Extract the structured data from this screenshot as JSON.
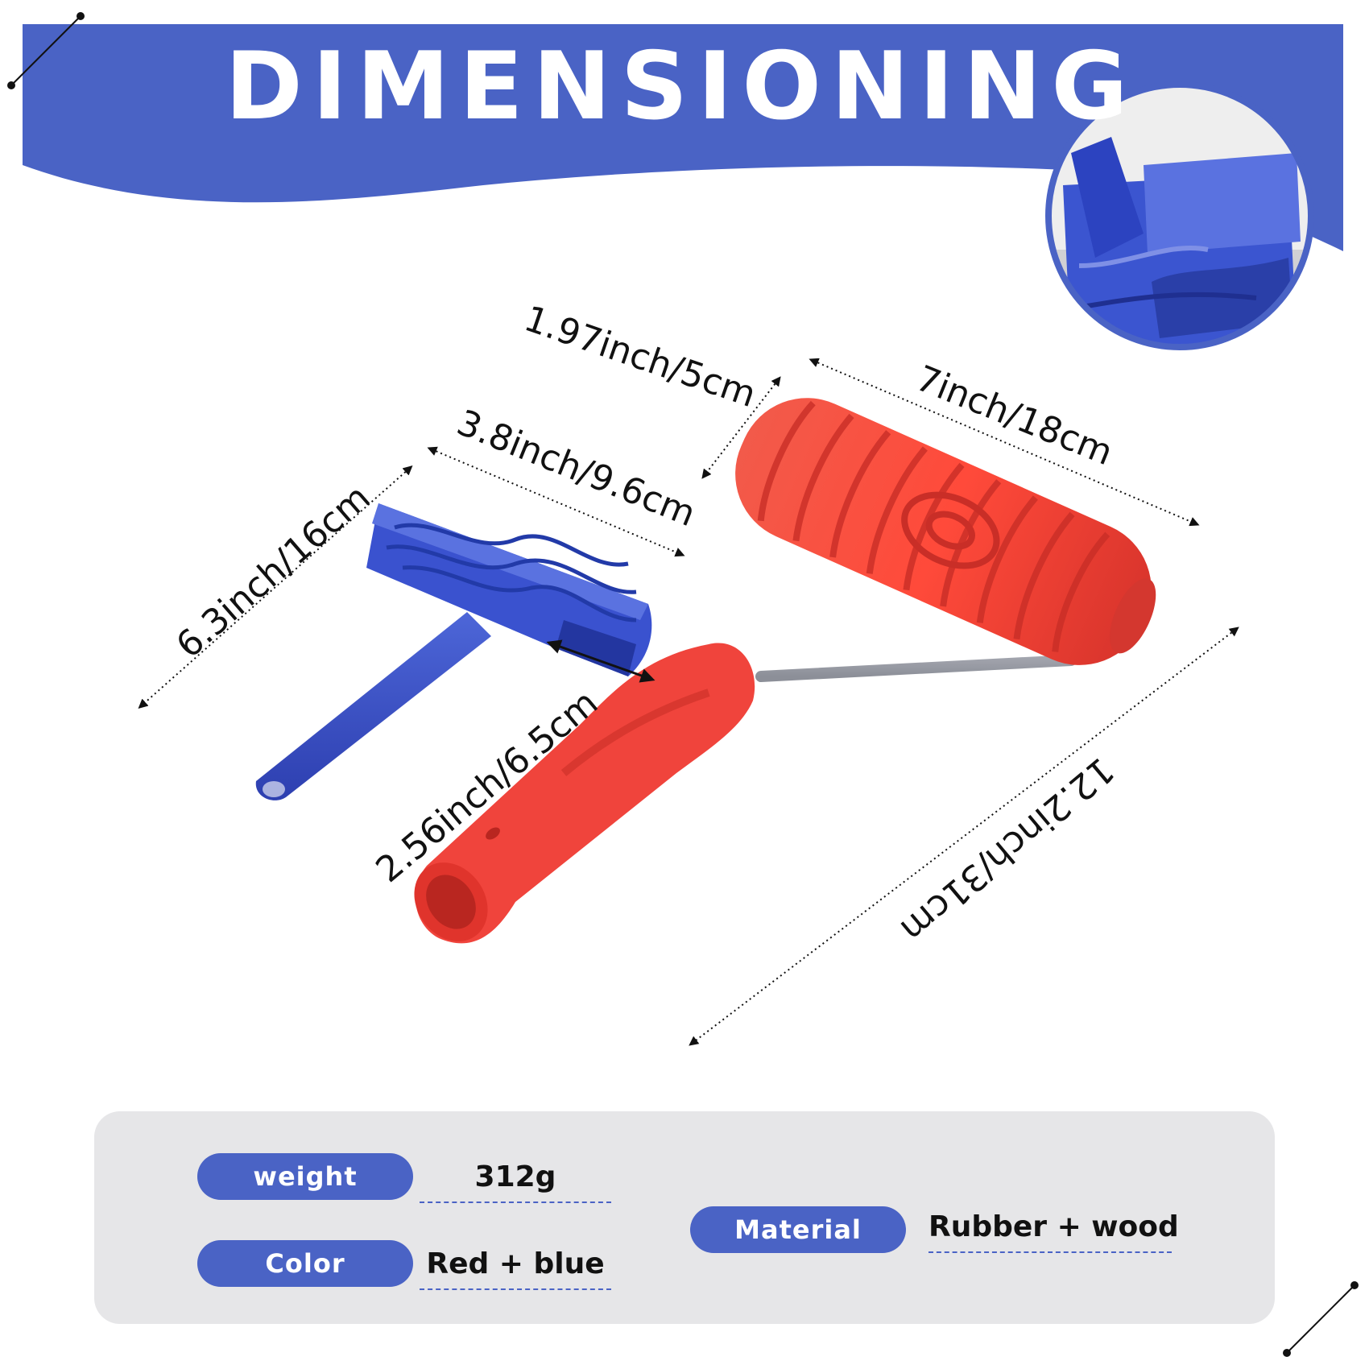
{
  "banner": {
    "title": "DIMENSIONING",
    "color": "#4a63c5"
  },
  "dimensions": {
    "blue_roller_width": "3.8inch/9.6cm",
    "blue_handle_length": "6.3inch/16cm",
    "blue_roller_depth": "2.56inch/6.5cm",
    "red_roller_diameter": "1.97inch/5cm",
    "red_roller_width": "7inch/18cm",
    "red_roller_total_length": "12.2inch/31cm"
  },
  "specs": {
    "weight_label": "weight",
    "weight_value": "312g",
    "color_label": "Color",
    "color_value": "Red + blue",
    "material_label": "Material",
    "material_value": "Rubber + wood"
  },
  "colors": {
    "accent_blue": "#4a63c5",
    "roller_red": "#f0443c",
    "panel_gray": "#e6e6e8"
  },
  "icons": {
    "corner_decoration": "diagonal-line-dots"
  }
}
